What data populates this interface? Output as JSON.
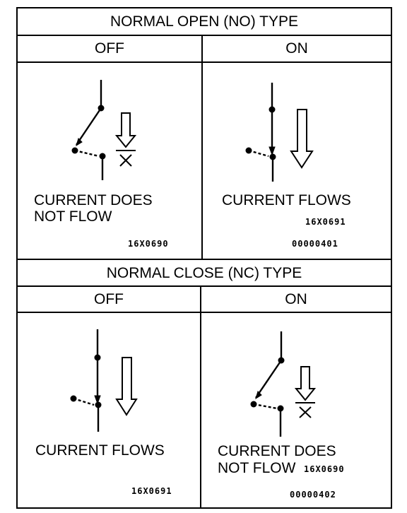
{
  "sections": [
    {
      "title": "NORMAL OPEN (NO) TYPE",
      "off": {
        "label": "OFF",
        "status_line1": "CURRENT DOES",
        "status_line2": "NOT FLOW",
        "fig_code": "16X0690"
      },
      "on": {
        "label": "ON",
        "status": "CURRENT FLOWS",
        "fig_code": "16X0691",
        "ref_code": "00000401"
      }
    },
    {
      "title": "NORMAL CLOSE (NC) TYPE",
      "off": {
        "label": "OFF",
        "status": "CURRENT FLOWS",
        "fig_code": "16X0691"
      },
      "on": {
        "label": "ON",
        "status_line1": "CURRENT DOES",
        "status_line2": "NOT FLOW",
        "fig_code": "16X0690",
        "ref_code": "00000402"
      }
    }
  ],
  "icons": {
    "open_switch": "open-switch-icon",
    "closed_switch": "closed-switch-icon",
    "flow_arrow": "current-flow-arrow-icon",
    "blocked_arrow": "blocked-current-arrow-icon"
  }
}
